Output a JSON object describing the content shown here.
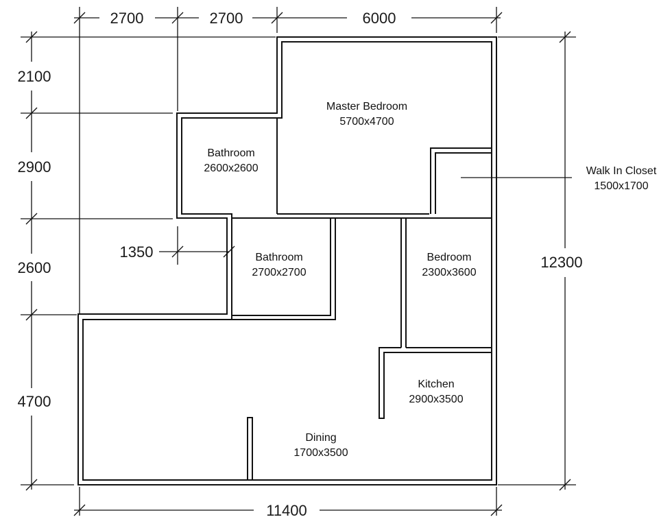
{
  "dimensions": {
    "top": [
      "2700",
      "2700",
      "6000"
    ],
    "left": [
      "2100",
      "2900",
      "2600",
      "4700"
    ],
    "bottom_total": "11400",
    "right_total": "12300",
    "inner": "1350"
  },
  "rooms": {
    "master_bedroom": {
      "name": "Master Bedroom",
      "size": "5700x4700"
    },
    "bathroom_upper": {
      "name": "Bathroom",
      "size": "2600x2600"
    },
    "walk_in_closet": {
      "name": "Walk In Closet",
      "size": "1500x1700"
    },
    "bathroom_lower": {
      "name": "Bathroom",
      "size": "2700x2700"
    },
    "bedroom": {
      "name": "Bedroom",
      "size": "2300x3600"
    },
    "kitchen": {
      "name": "Kitchen",
      "size": "2900x3500"
    },
    "dining": {
      "name": "Dining",
      "size": "1700x3500"
    }
  }
}
